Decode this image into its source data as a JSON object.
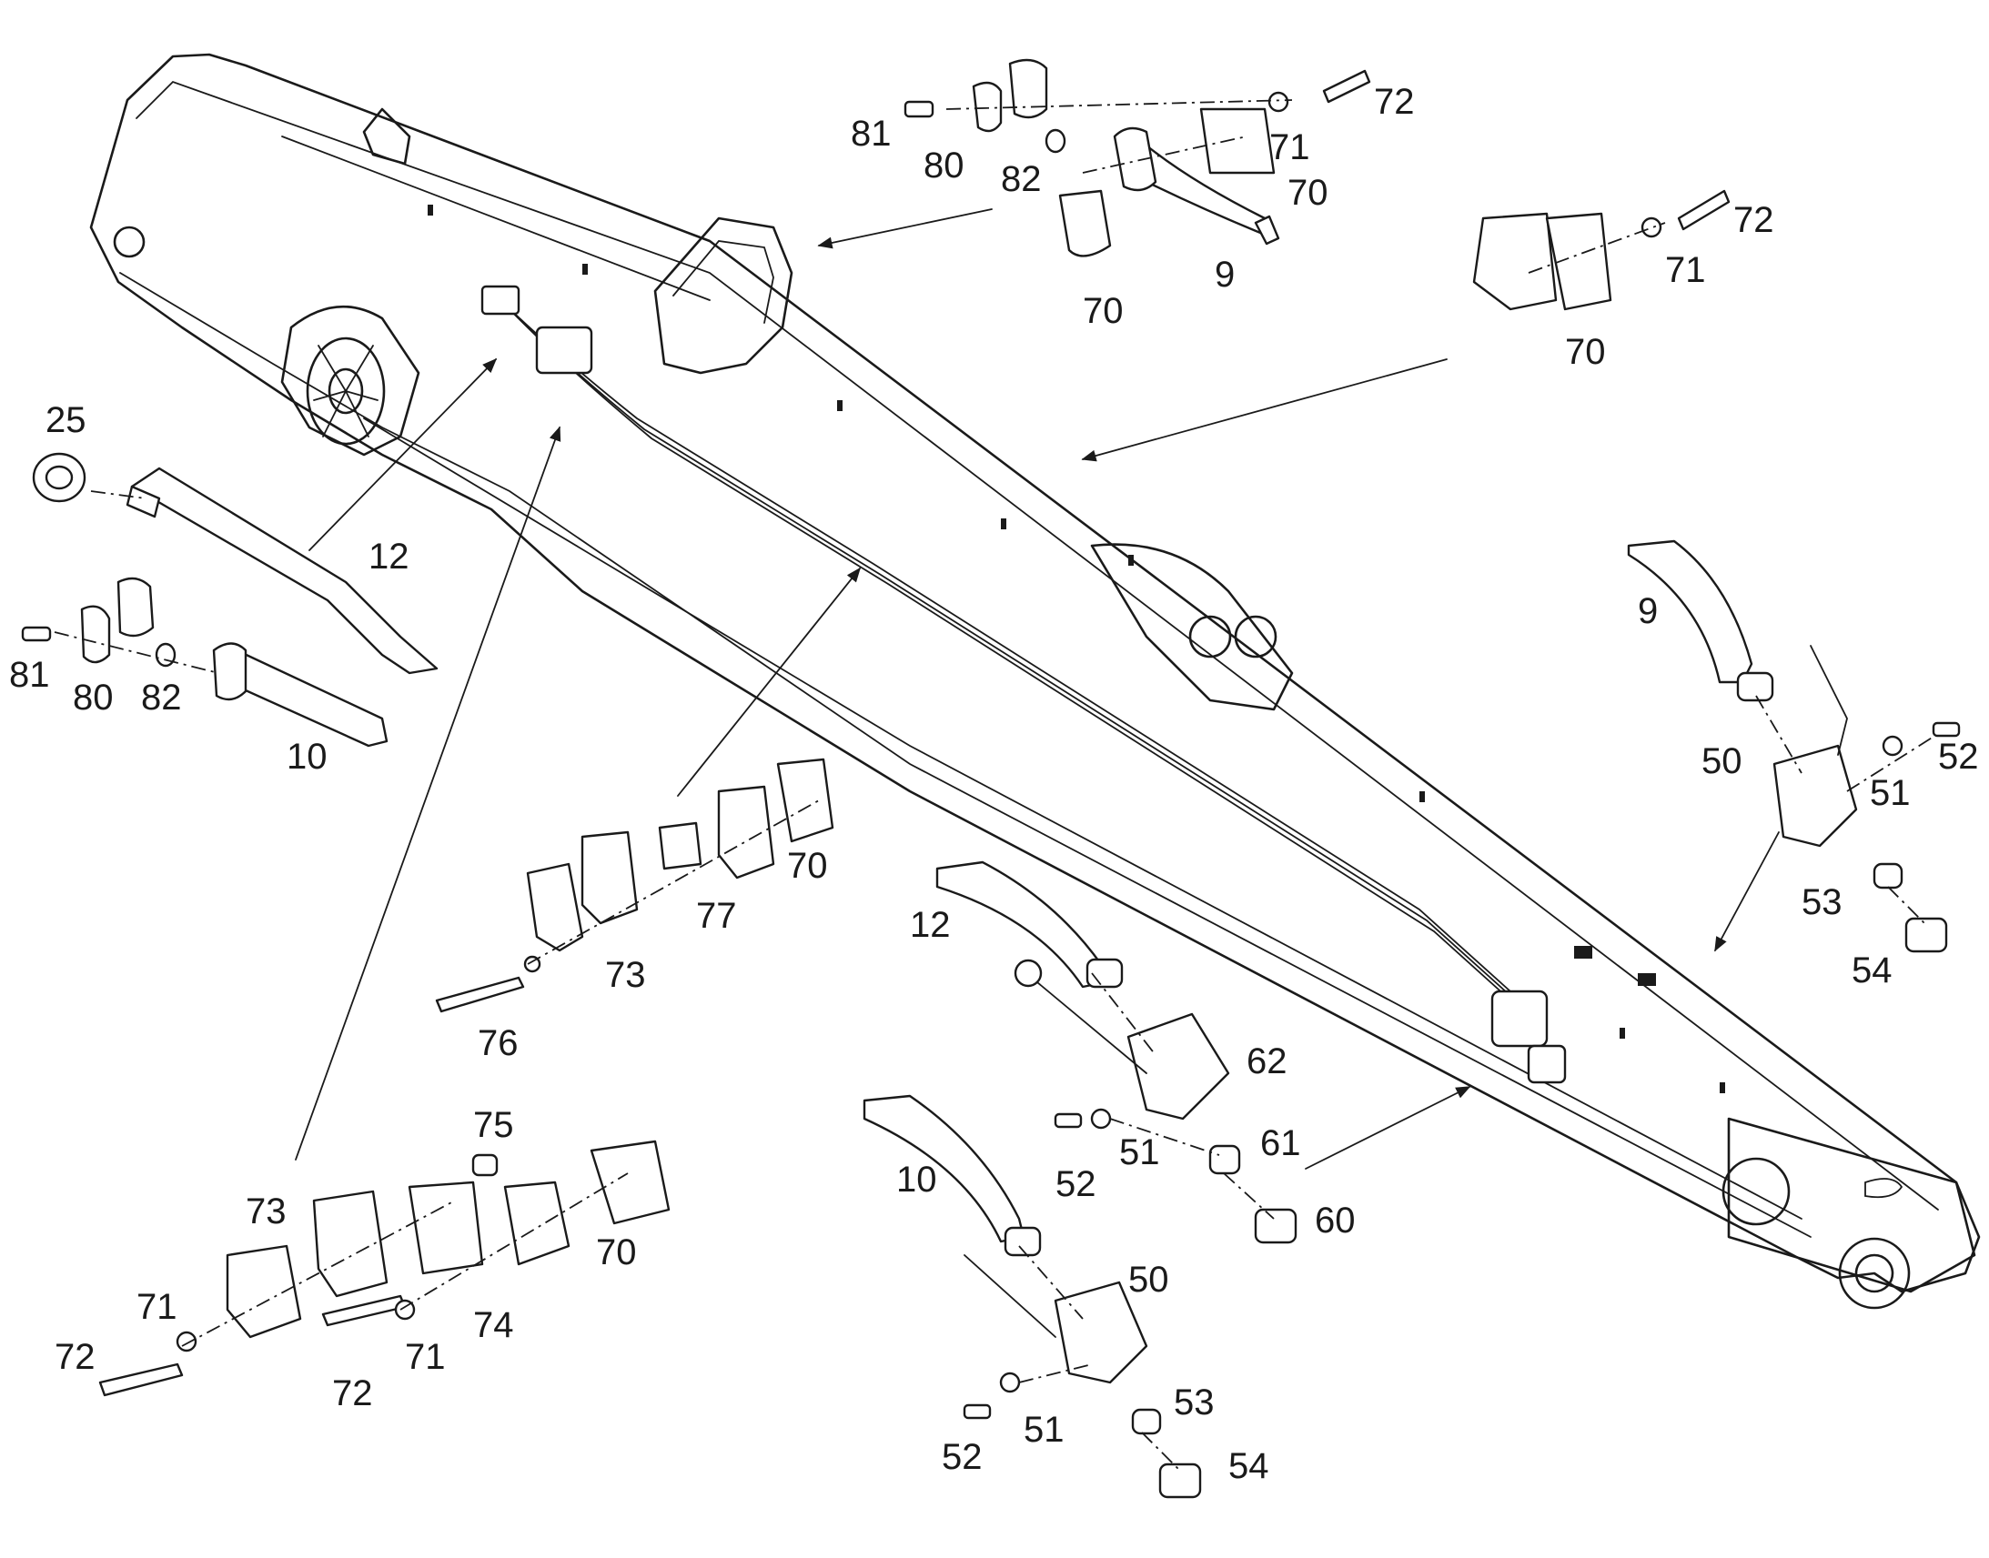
{
  "labels": {
    "p9": "9",
    "p10": "10",
    "p12": "12",
    "p25": "25",
    "p50": "50",
    "p51": "51",
    "p52": "52",
    "p53": "53",
    "p54": "54",
    "p60": "60",
    "p61": "61",
    "p62": "62",
    "p70": "70",
    "p71": "71",
    "p72": "72",
    "p73": "73",
    "p74": "74",
    "p75": "75",
    "p76": "76",
    "p77": "77",
    "p80": "80",
    "p81": "81",
    "p82": "82"
  }
}
